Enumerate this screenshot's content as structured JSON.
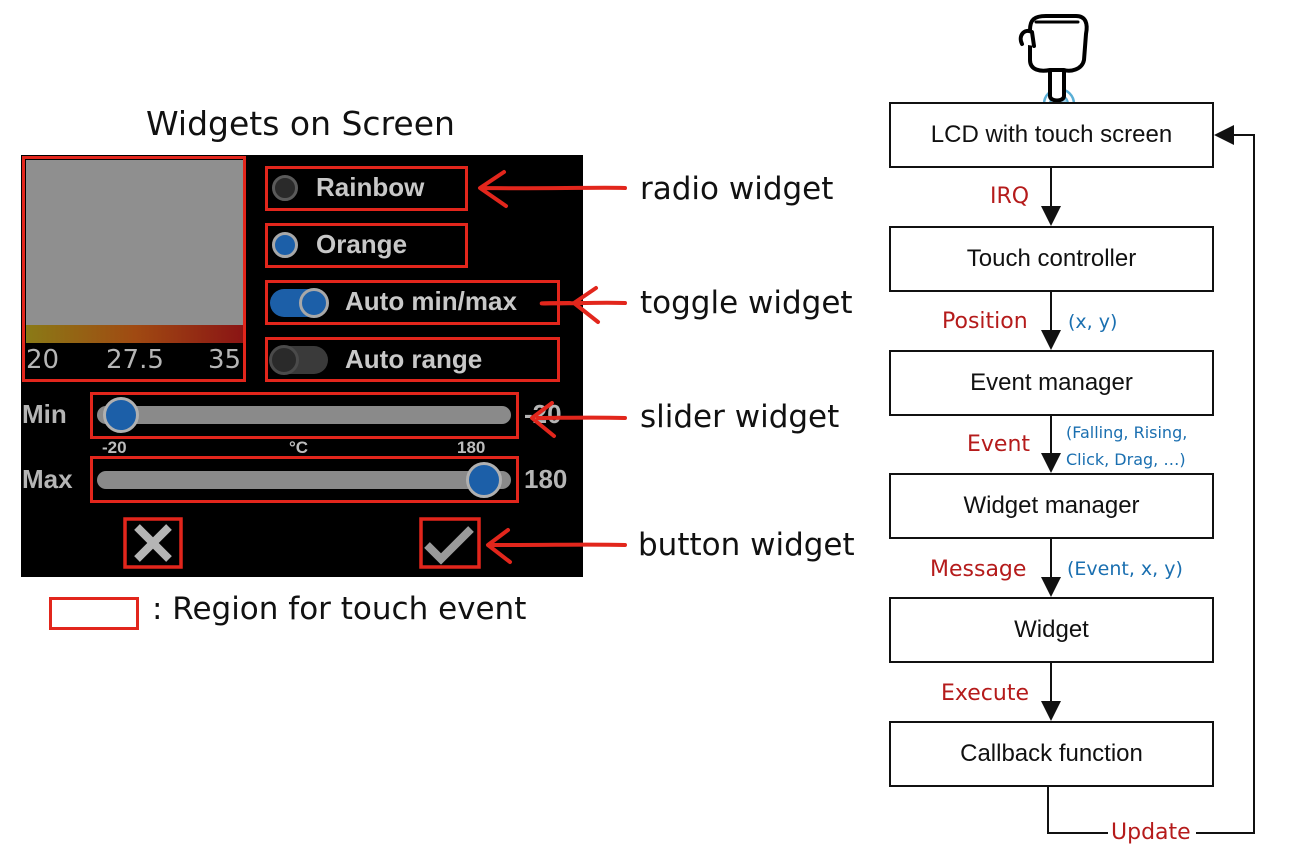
{
  "left_panel": {
    "title": "Widgets on Screen",
    "colorbar_ticks": [
      "20",
      "27.5",
      "35"
    ],
    "radio_options": [
      {
        "label": "Rainbow",
        "selected": false
      },
      {
        "label": "Orange",
        "selected": true
      }
    ],
    "toggles": [
      {
        "label": "Auto min/max",
        "on": true
      },
      {
        "label": "Auto range",
        "on": false
      }
    ],
    "sliders": {
      "min": {
        "label": "Min",
        "value": "-20"
      },
      "max": {
        "label": "Max",
        "value": "180"
      },
      "scale_left": "-20",
      "scale_unit": "°C",
      "scale_right": "180"
    },
    "buttons": {
      "cancel": "cancel-x",
      "ok": "check"
    },
    "annotations": [
      "radio widget",
      "toggle widget",
      "slider widget",
      "button widget"
    ],
    "legend_text": ": Region for touch event",
    "colors": {
      "region": "#e2261c",
      "screen_bg": "#000000",
      "widget_blue": "#1c5fa8"
    }
  },
  "flowchart": {
    "boxes": [
      "LCD with touch screen",
      "Touch controller",
      "Event manager",
      "Widget manager",
      "Widget",
      "Callback function"
    ],
    "edges": [
      {
        "label": "IRQ",
        "detail": ""
      },
      {
        "label": "Position",
        "detail": "(x, y)"
      },
      {
        "label": "Event",
        "detail_lines": [
          "(Falling, Rising,",
          "Click, Drag, …)"
        ]
      },
      {
        "label": "Message",
        "detail": "(Event, x, y)"
      },
      {
        "label": "Execute",
        "detail": ""
      }
    ],
    "loop_label": "Update",
    "icons": [
      "pointing-hand-icon",
      "touch-ripple-icon"
    ],
    "colors": {
      "edge_label": "#b51b1b",
      "detail": "#1a6fb0"
    }
  }
}
